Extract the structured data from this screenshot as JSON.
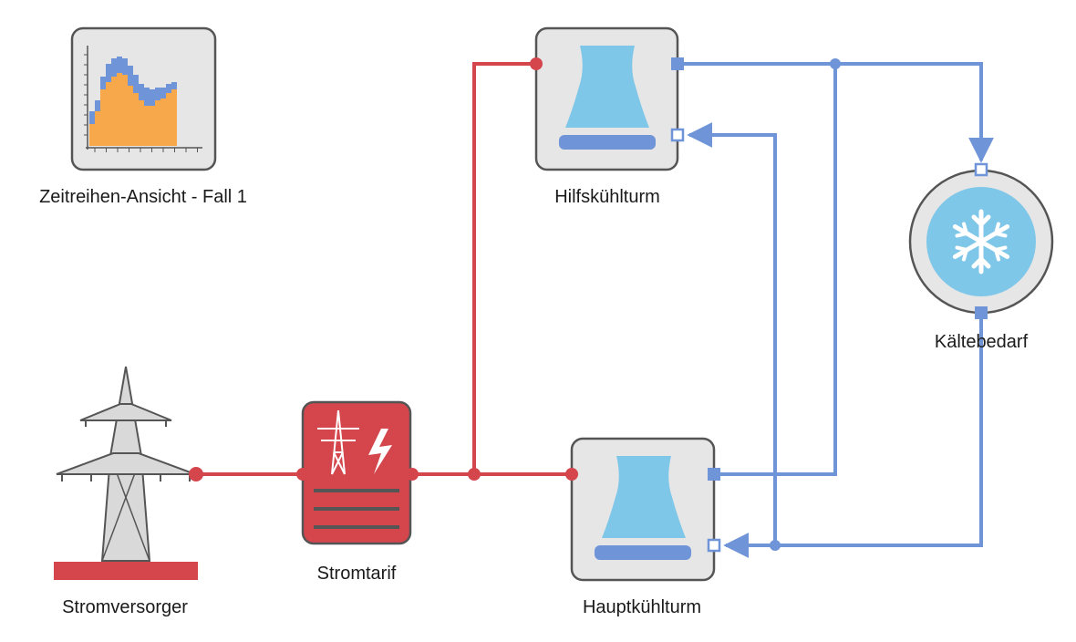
{
  "colors": {
    "electric": "#d4454c",
    "cooling": "#6f94d8",
    "box_fill": "#e6e6e6",
    "box_stroke": "#555555",
    "tower_fill": "#7fc7e8",
    "tower_base": "#6f94d8",
    "chart_blue": "#6f94d8",
    "chart_orange": "#f7a84b"
  },
  "nodes": {
    "timeseries": {
      "label": "Zeitreihen-Ansicht - Fall 1",
      "icon": "bar-chart-icon"
    },
    "aux_tower": {
      "label": "Hilfskühlturm",
      "icon": "cooling-tower-icon"
    },
    "demand": {
      "label": "Kältebedarf",
      "icon": "snowflake-icon"
    },
    "supplier": {
      "label": "Stromversorger",
      "icon": "power-pylon-icon"
    },
    "tariff": {
      "label": "Stromtarif",
      "icon": "electricity-tariff-icon"
    },
    "main_tower": {
      "label": "Hauptkühlturm",
      "icon": "cooling-tower-icon"
    }
  }
}
